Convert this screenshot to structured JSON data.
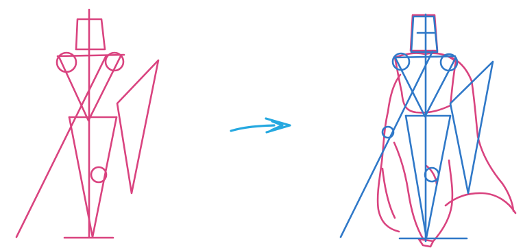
{
  "diagram": {
    "panels": [
      {
        "label": "",
        "stage": "construction-sketch"
      },
      {
        "label": "",
        "stage": "refined-figure"
      }
    ],
    "arrow": {
      "direction": "right"
    },
    "colors": {
      "sketch": "#d9437f",
      "construction": "#2f78c8",
      "arrow": "#25a8e0",
      "background": "#ffffff"
    }
  }
}
